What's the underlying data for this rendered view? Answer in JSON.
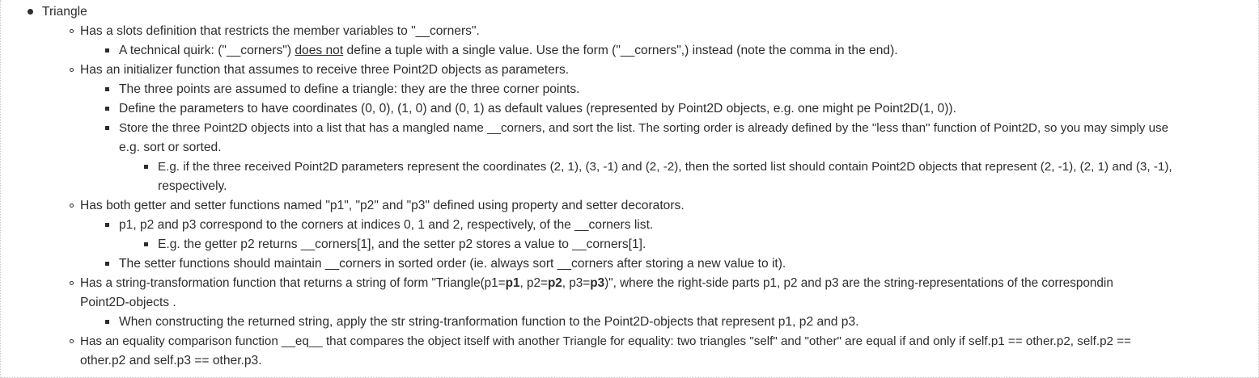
{
  "top": {
    "label": "Triangle"
  },
  "slots": {
    "text": "Has a slots definition that restricts the member variables to \"__corners\".",
    "quirk_a": "A technical quirk: (\"__corners\") ",
    "quirk_u": "does not",
    "quirk_b": " define a tuple with a single value. Use the form (\"__corners\",) instead (note the comma in the end)."
  },
  "init": {
    "text": "Has an initializer function that assumes to receive three Point2D objects as parameters.",
    "sub1": "The three points are assumed to define a triangle: they are the three corner points.",
    "sub2": "Define the parameters to have coordinates (0, 0), (1, 0) and (0, 1) as default values (represented by Point2D objects, e.g. one might pe Point2D(1, 0)).",
    "sub3_l1": "Store the three Point2D objects into a list that has a mangled name __corners, and sort the list. The sorting order is already defined by the \"less than\" function of Point2D, so you may simply use",
    "sub3_l2": "e.g. sort or sorted.",
    "sub3_eg_l1": "E.g. if the three received Point2D parameters represent the coordinates (2, 1), (3, -1) and (2, -2), then the sorted list should contain Point2D objects that represent (2, -1), (2, 1) and (3, -1),",
    "sub3_eg_l2": "respectively."
  },
  "getset": {
    "text": "Has both getter and setter functions named \"p1\", \"p2\" and \"p3\" defined using property and setter decorators.",
    "sub1": "p1, p2 and p3 correspond to the corners at indices 0, 1 and 2, respectively, of the __corners list.",
    "sub1_eg": "E.g. the getter p2 returns __corners[1], and the setter p2 stores a value to __corners[1].",
    "sub2": "The setter functions should maintain __corners in sorted order (ie. always sort __corners after storing a new value to it)."
  },
  "str": {
    "t1": "Has a string-transformation function that returns a string of form \"Triangle(p1=",
    "b1": "p1",
    "t2": ", p2=",
    "b2": "p2",
    "t3": ", p3=",
    "b3": "p3",
    "t4": ")\", where the right-side parts p1, p2 and p3 are the string-representations of the correspondin",
    "l2": "Point2D-objects .",
    "sub1": "When constructing the returned string, apply the str string-tranformation function to the Point2D-objects that represent p1, p2 and p3."
  },
  "eq": {
    "l1": "Has an equality comparison function __eq__ that compares the object itself with another Triangle for equality: two triangles \"self\" and \"other\" are equal if and only if self.p1 == other.p2, self.p2 ==",
    "l2": "other.p2 and self.p3 == other.p3."
  }
}
